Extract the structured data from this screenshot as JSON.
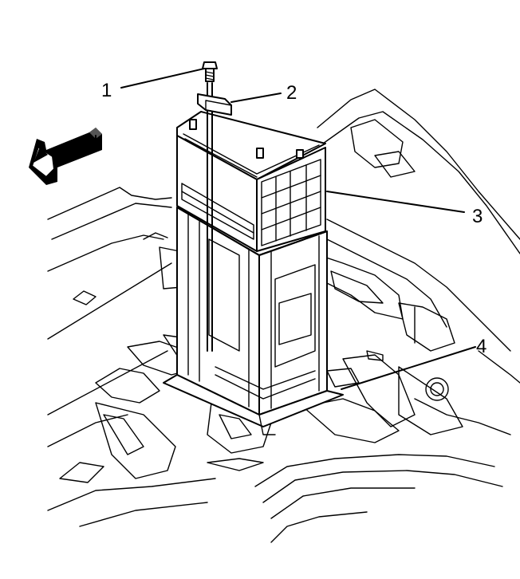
{
  "callouts": [
    {
      "id": "1",
      "text": "1"
    },
    {
      "id": "2",
      "text": "2"
    },
    {
      "id": "3",
      "text": "3"
    },
    {
      "id": "4",
      "text": "4"
    }
  ],
  "icons": {
    "direction": "front-arrow-icon"
  }
}
